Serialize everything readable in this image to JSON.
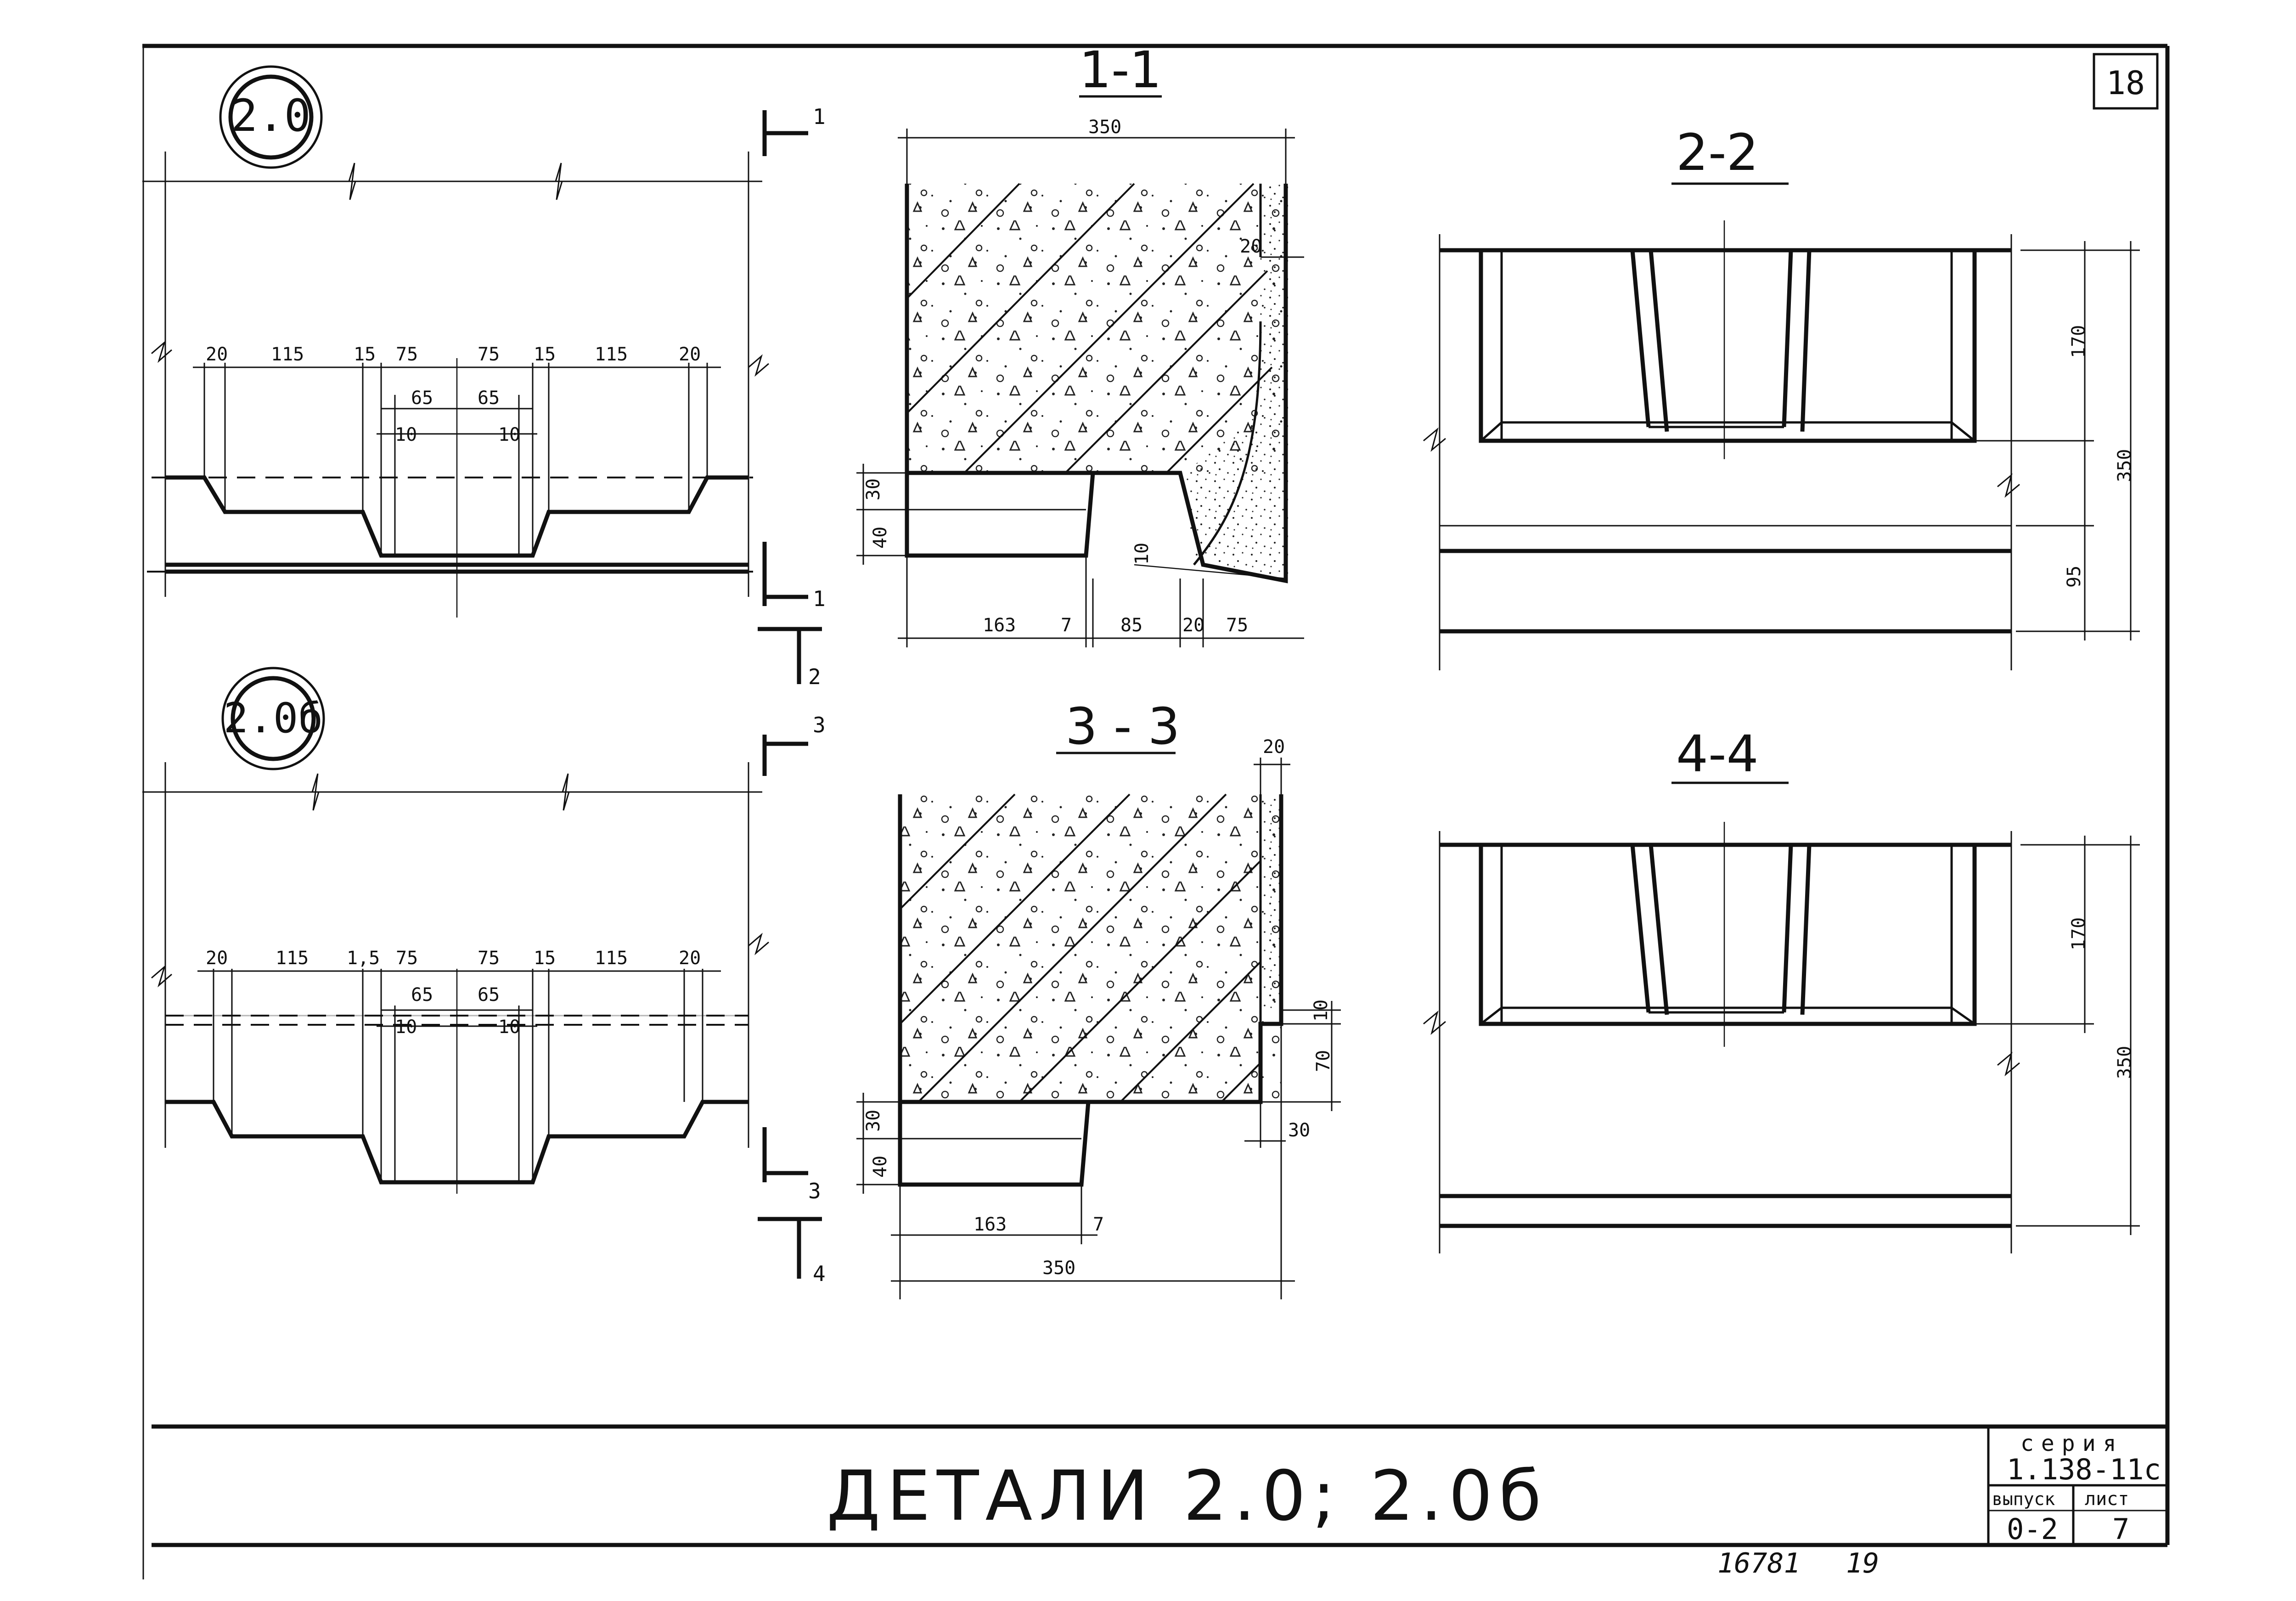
{
  "sheet": {
    "sheet_number": "18",
    "title": "ДЕТАЛИ 2.0; 2.0б",
    "archive_number": "16781",
    "archive_page": "19"
  },
  "title_block": {
    "series_label": "серия",
    "series_value": "1.138-11с",
    "issue_label": "выпуск",
    "issue_value": "0-2",
    "sheet_label": "лист",
    "sheet_value": "7"
  },
  "details": {
    "d20": {
      "marker": "2.0"
    },
    "d20b": {
      "marker": "2.0б"
    }
  },
  "section_marks": {
    "s1_top": "1",
    "s1_bottom": "1",
    "s2": "2",
    "s3_top": "3",
    "s3_bottom": "3",
    "s4": "4"
  },
  "sections": {
    "s11": {
      "label": "1-1"
    },
    "s22": {
      "label": "2-2"
    },
    "s33": {
      "label": "3 - 3"
    },
    "s44": {
      "label": "4-4"
    }
  },
  "dims": {
    "plan_top": [
      "20",
      "115",
      "15",
      "75",
      "75",
      "15",
      "115",
      "20"
    ],
    "plan_mid": [
      "65",
      "65"
    ],
    "plan_low": [
      "10",
      "10"
    ],
    "plan_b_top": [
      "20",
      "115",
      "1,5",
      "75",
      "75",
      "15",
      "115",
      "20"
    ],
    "plan_b_mid": [
      "65",
      "65"
    ],
    "plan_b_low": [
      "10",
      "10"
    ],
    "s11_top": "350",
    "s11_right": "20",
    "s11_left": [
      "40",
      "30"
    ],
    "s11_bottom": [
      "163",
      "7",
      "85",
      "20",
      "75"
    ],
    "s11_notch": "10",
    "s22_right": [
      "170",
      "350",
      "95"
    ],
    "s33_top": "20",
    "s33_right": [
      "10",
      "70",
      "30"
    ],
    "s33_left": [
      "40",
      "30"
    ],
    "s33_bottom": [
      "163",
      "7",
      "350"
    ],
    "s44_right": [
      "170",
      "350"
    ]
  }
}
